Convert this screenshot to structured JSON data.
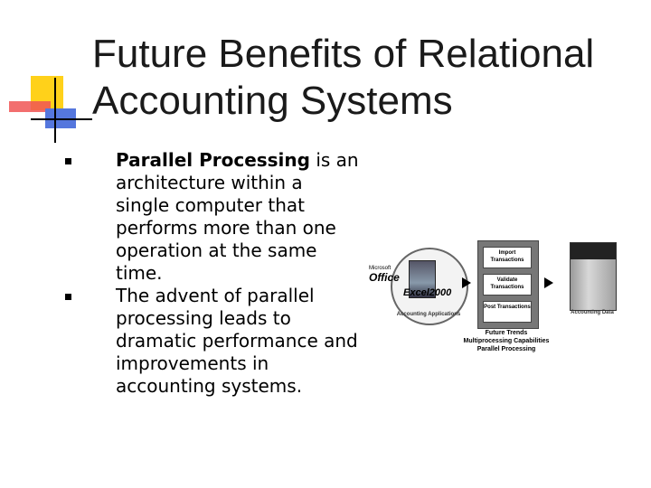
{
  "slide": {
    "title_line1": "Future Benefits of Relational",
    "title_line2": "Accounting Systems",
    "bullets": [
      {
        "bold": "Parallel Processing",
        "text": " is an architecture within a single computer that performs more than one operation at the same time."
      },
      {
        "bold": "",
        "text": "The advent of parallel processing leads to dramatic performance and improvements in accounting systems."
      }
    ]
  },
  "diagram": {
    "logo_microsoft": "Microsoft",
    "logo_office": "Office",
    "logo_excel": "Excel2000",
    "caption_accounting_apps": "Accounting Applications",
    "boxes": [
      "Import Transactions",
      "Validate Transactions",
      "Post Transactions"
    ],
    "future_lines": [
      "Future Trends",
      "Multiprocessing Capabilities",
      "Parallel Processing"
    ],
    "caption_accounting_data": "Accounting Data"
  }
}
